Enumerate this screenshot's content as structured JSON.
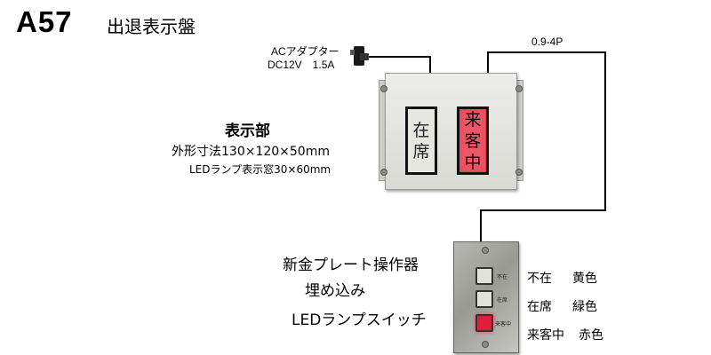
{
  "header": {
    "model": "A57",
    "title": "出退表示盤"
  },
  "adapter": {
    "line1": "ACアダプター",
    "line2": "DC12V　1.5A"
  },
  "cable": {
    "label": "0.9-4P"
  },
  "display_unit": {
    "heading": "表示部",
    "dimensions": "外形寸法130×120×50mm",
    "window_spec": "LEDランプ表示窓30×60mm",
    "window_left": [
      "在",
      "席"
    ],
    "window_right": [
      "来",
      "客",
      "中"
    ]
  },
  "switch_unit": {
    "line1": "新金プレート操作器",
    "line2": "埋め込み",
    "line3": "LEDランプスイッチ",
    "plate_labels": [
      "不在",
      "在席",
      "来客中"
    ]
  },
  "legend": [
    {
      "state": "不在",
      "color": "黄色"
    },
    {
      "state": "在席",
      "color": "緑色"
    },
    {
      "state": "来客中",
      "color": "赤色"
    }
  ],
  "colors": {
    "led_red": "#ee5566",
    "button_red": "#e0203a"
  }
}
